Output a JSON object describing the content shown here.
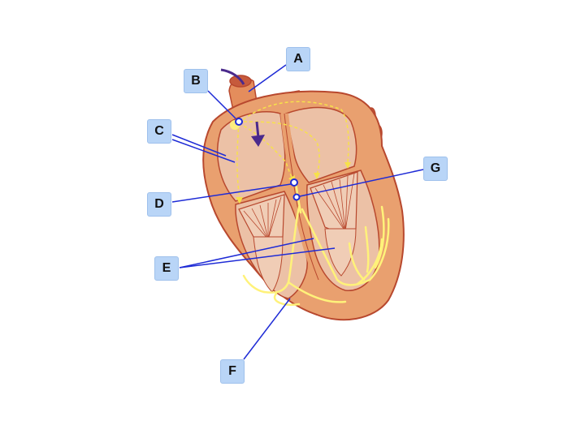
{
  "labels": [
    {
      "id": "A",
      "text": "A"
    },
    {
      "id": "B",
      "text": "B"
    },
    {
      "id": "C",
      "text": "C"
    },
    {
      "id": "D",
      "text": "D"
    },
    {
      "id": "E",
      "text": "E"
    },
    {
      "id": "F",
      "text": "F"
    },
    {
      "id": "G",
      "text": "G"
    }
  ],
  "colors": {
    "heart_wall": "#e9a06f",
    "heart_outline": "#b8482e",
    "chamber": "#ecc1a6",
    "chamber_light": "#f0cdb6",
    "conduction": "#fff27a",
    "impulse_arrow": "#f7e24a",
    "leader_line": "#1e2bd6",
    "blood_arrow": "#4b2a8c",
    "label_bg": "#b9d5f7"
  }
}
